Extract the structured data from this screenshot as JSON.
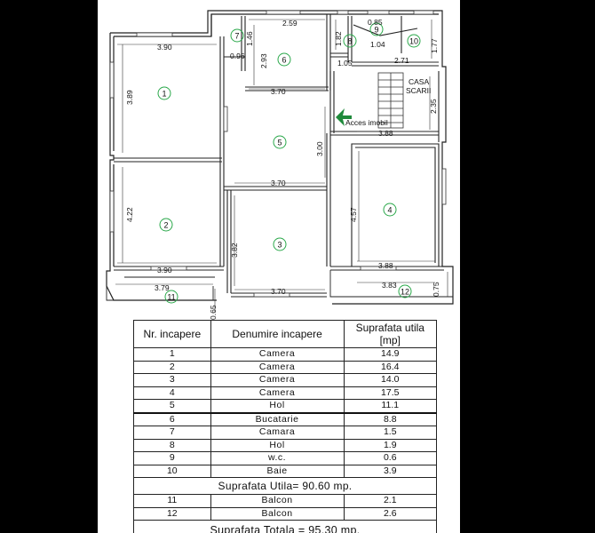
{
  "plan": {
    "rooms": [
      {
        "num": "1"
      },
      {
        "num": "2"
      },
      {
        "num": "3"
      },
      {
        "num": "4"
      },
      {
        "num": "5"
      },
      {
        "num": "6"
      },
      {
        "num": "7"
      },
      {
        "num": "8"
      },
      {
        "num": "9"
      },
      {
        "num": "10"
      },
      {
        "num": "11"
      },
      {
        "num": "12"
      }
    ],
    "dims": {
      "d390a": "3.90",
      "d389": "3.89",
      "d422": "4.22",
      "d390b": "3.90",
      "d379": "3.79",
      "d065": "0.65",
      "d096": "0.96",
      "d146": "1.46",
      "d259": "2.59",
      "d293": "2.93",
      "d370a": "3.70",
      "d370b": "3.70",
      "d370c": "3.70",
      "d382": "3.82",
      "d300": "3.00",
      "d457": "4.57",
      "d388a": "3.88",
      "d388b": "3.88",
      "d383": "3.83",
      "d075": "0.75",
      "d182": "1.82",
      "d085": "0.85",
      "d104": "1.04",
      "d177": "1.77",
      "d105": "1.05",
      "d271": "2.71",
      "d235": "2.35"
    },
    "labels": {
      "stair_line1": "CASA",
      "stair_line2": "SCARII",
      "entrance": "Acces imobil"
    }
  },
  "table": {
    "headers": {
      "nr": "Nr. incapere",
      "name": "Denumire incapere",
      "area_line1": "Suprafata utila",
      "area_line2": "[mp]"
    },
    "rows": [
      {
        "nr": "1",
        "name": "Camera",
        "area": "14.9"
      },
      {
        "nr": "2",
        "name": "Camera",
        "area": "16.4"
      },
      {
        "nr": "3",
        "name": "Camera",
        "area": "14.0"
      },
      {
        "nr": "4",
        "name": "Camera",
        "area": "17.5"
      },
      {
        "nr": "5",
        "name": "Hol",
        "area": "11.1"
      },
      {
        "nr": "6",
        "name": "Bucatarie",
        "area": "8.8"
      },
      {
        "nr": "7",
        "name": "Camara",
        "area": "1.5"
      },
      {
        "nr": "8",
        "name": "Hol",
        "area": "1.9"
      },
      {
        "nr": "9",
        "name": "w.c.",
        "area": "0.6"
      },
      {
        "nr": "10",
        "name": "Baie",
        "area": "3.9"
      }
    ],
    "subtotal": "Suprafata Utila= 90.60 mp.",
    "balcony_rows": [
      {
        "nr": "11",
        "name": "Balcon",
        "area": "2.1"
      },
      {
        "nr": "12",
        "name": "Balcon",
        "area": "2.6"
      }
    ],
    "total": "Suprafata Totala = 95.30 mp."
  }
}
